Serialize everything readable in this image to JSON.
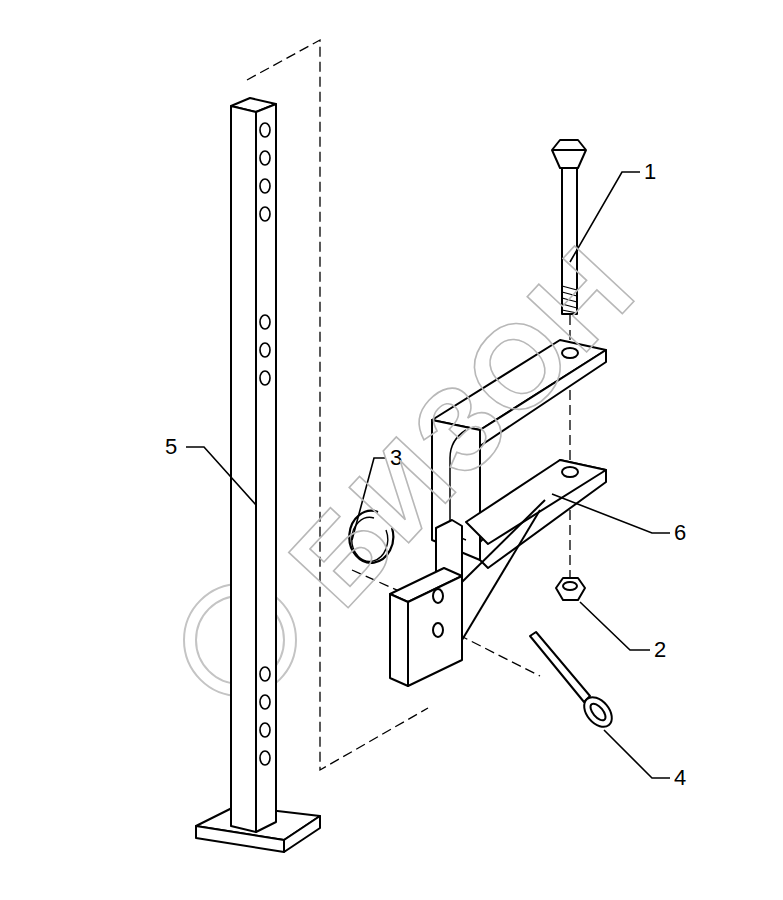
{
  "diagram": {
    "labels": [
      "1",
      "2",
      "3",
      "4",
      "5",
      "6",
      "БИЗОН"
    ]
  }
}
